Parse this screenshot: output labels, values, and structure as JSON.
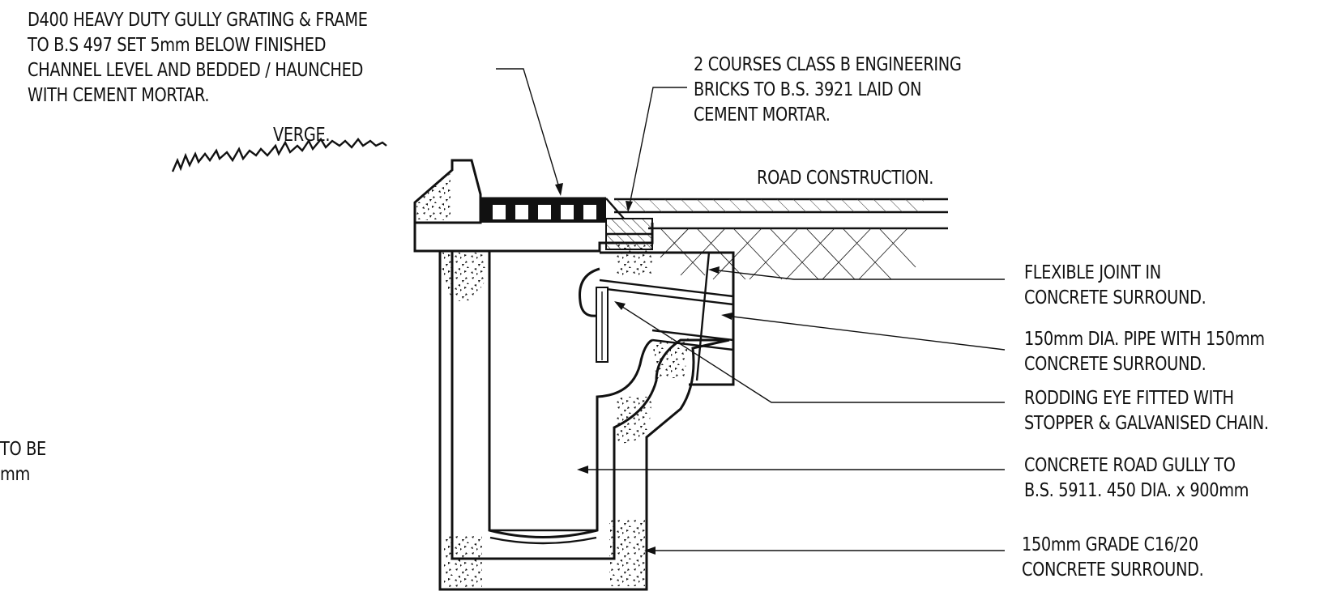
{
  "drawing": {
    "labels": {
      "grating": [
        "D400 HEAVY DUTY GULLY GRATING & FRAME",
        "TO B.S 497 SET 5mm BELOW FINISHED",
        "CHANNEL LEVEL AND BEDDED / HAUNCHED",
        "WITH CEMENT MORTAR."
      ],
      "bricks": [
        "2 COURSES CLASS B ENGINEERING",
        "BRICKS TO B.S. 3921 LAID ON",
        "CEMENT MORTAR."
      ],
      "verge": "VERGE.",
      "road": "ROAD CONSTRUCTION.",
      "flexible_joint": [
        "FLEXIBLE JOINT IN",
        "CONCRETE SURROUND."
      ],
      "pipe": [
        "150mm DIA. PIPE WITH 150mm",
        "CONCRETE SURROUND."
      ],
      "rodding_eye": [
        "RODDING EYE FITTED WITH",
        "STOPPER & GALVANISED CHAIN."
      ],
      "gully": [
        "CONCRETE ROAD GULLY TO",
        "B.S. 5911. 450 DIA. x 900mm"
      ],
      "surround": [
        "150mm GRADE C16/20",
        "CONCRETE SURROUND."
      ],
      "cut_left": [
        "TO BE",
        "mm"
      ]
    }
  }
}
